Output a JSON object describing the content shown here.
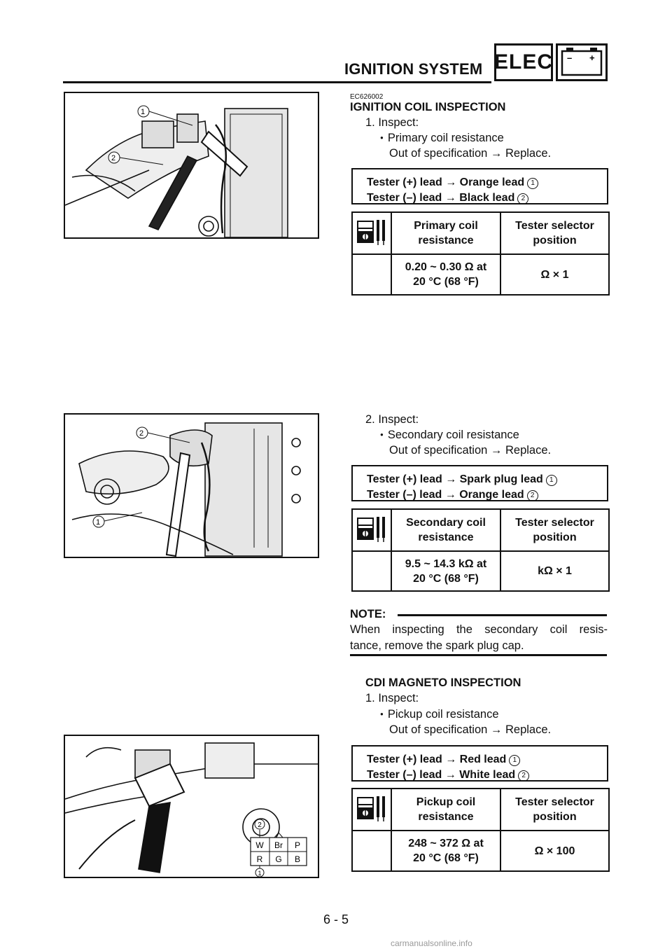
{
  "header": {
    "title": "IGNITION SYSTEM",
    "badge": "ELEC",
    "battery_minus": "–",
    "battery_plus": "+"
  },
  "section1": {
    "code": "EC626002",
    "title": "IGNITION COIL INSPECTION",
    "step": "1. Inspect:",
    "bullet": "Primary coil resistance",
    "action": "Out of specification → Replace.",
    "lead1": "Tester (+) lead → Orange lead",
    "lead1_num": "1",
    "lead2": "Tester (–) lead → Black lead",
    "lead2_num": "2",
    "col1_line1": "Primary coil",
    "col1_line2": "resistance",
    "col2_line1": "Tester selector",
    "col2_line2": "position",
    "val1_line1": "0.20 ~ 0.30 Ω at",
    "val1_line2": "20 °C (68 °F)",
    "val2": "Ω × 1",
    "fig_label1": "1",
    "fig_label2": "2"
  },
  "section2": {
    "step": "2. Inspect:",
    "bullet": "Secondary coil resistance",
    "action": "Out of specification → Replace.",
    "lead1": "Tester (+) lead → Spark plug lead",
    "lead1_num": "1",
    "lead2": "Tester (–) lead → Orange lead",
    "lead2_num": "2",
    "col1_line1": "Secondary coil",
    "col1_line2": "resistance",
    "col2_line1": "Tester selector",
    "col2_line2": "position",
    "val1_line1": "9.5 ~ 14.3 kΩ at",
    "val1_line2": "20 °C (68 °F)",
    "val2": "kΩ × 1",
    "fig_label1": "1",
    "fig_label2": "2"
  },
  "note": {
    "title": "NOTE:",
    "line1": "When inspecting the secondary coil resis-",
    "line2": "tance, remove the spark plug cap."
  },
  "section3": {
    "title": "CDI MAGNETO INSPECTION",
    "step": "1. Inspect:",
    "bullet": "Pickup coil resistance",
    "action": "Out of specification → Replace.",
    "lead1": "Tester (+) lead → Red lead",
    "lead1_num": "1",
    "lead2": "Tester (–) lead → White lead",
    "lead2_num": "2",
    "col1_line1": "Pickup coil",
    "col1_line2": "resistance",
    "col2_line1": "Tester selector",
    "col2_line2": "position",
    "val1_line1": "248 ~ 372 Ω at",
    "val1_line2": "20 °C (68 °F)",
    "val2": "Ω × 100",
    "fig_label1": "1",
    "fig_label2": "2",
    "connector": [
      "W",
      "Br",
      "P",
      "R",
      "G",
      "B"
    ]
  },
  "page_number": "6 - 5",
  "watermark": "carmanualsonline.info"
}
